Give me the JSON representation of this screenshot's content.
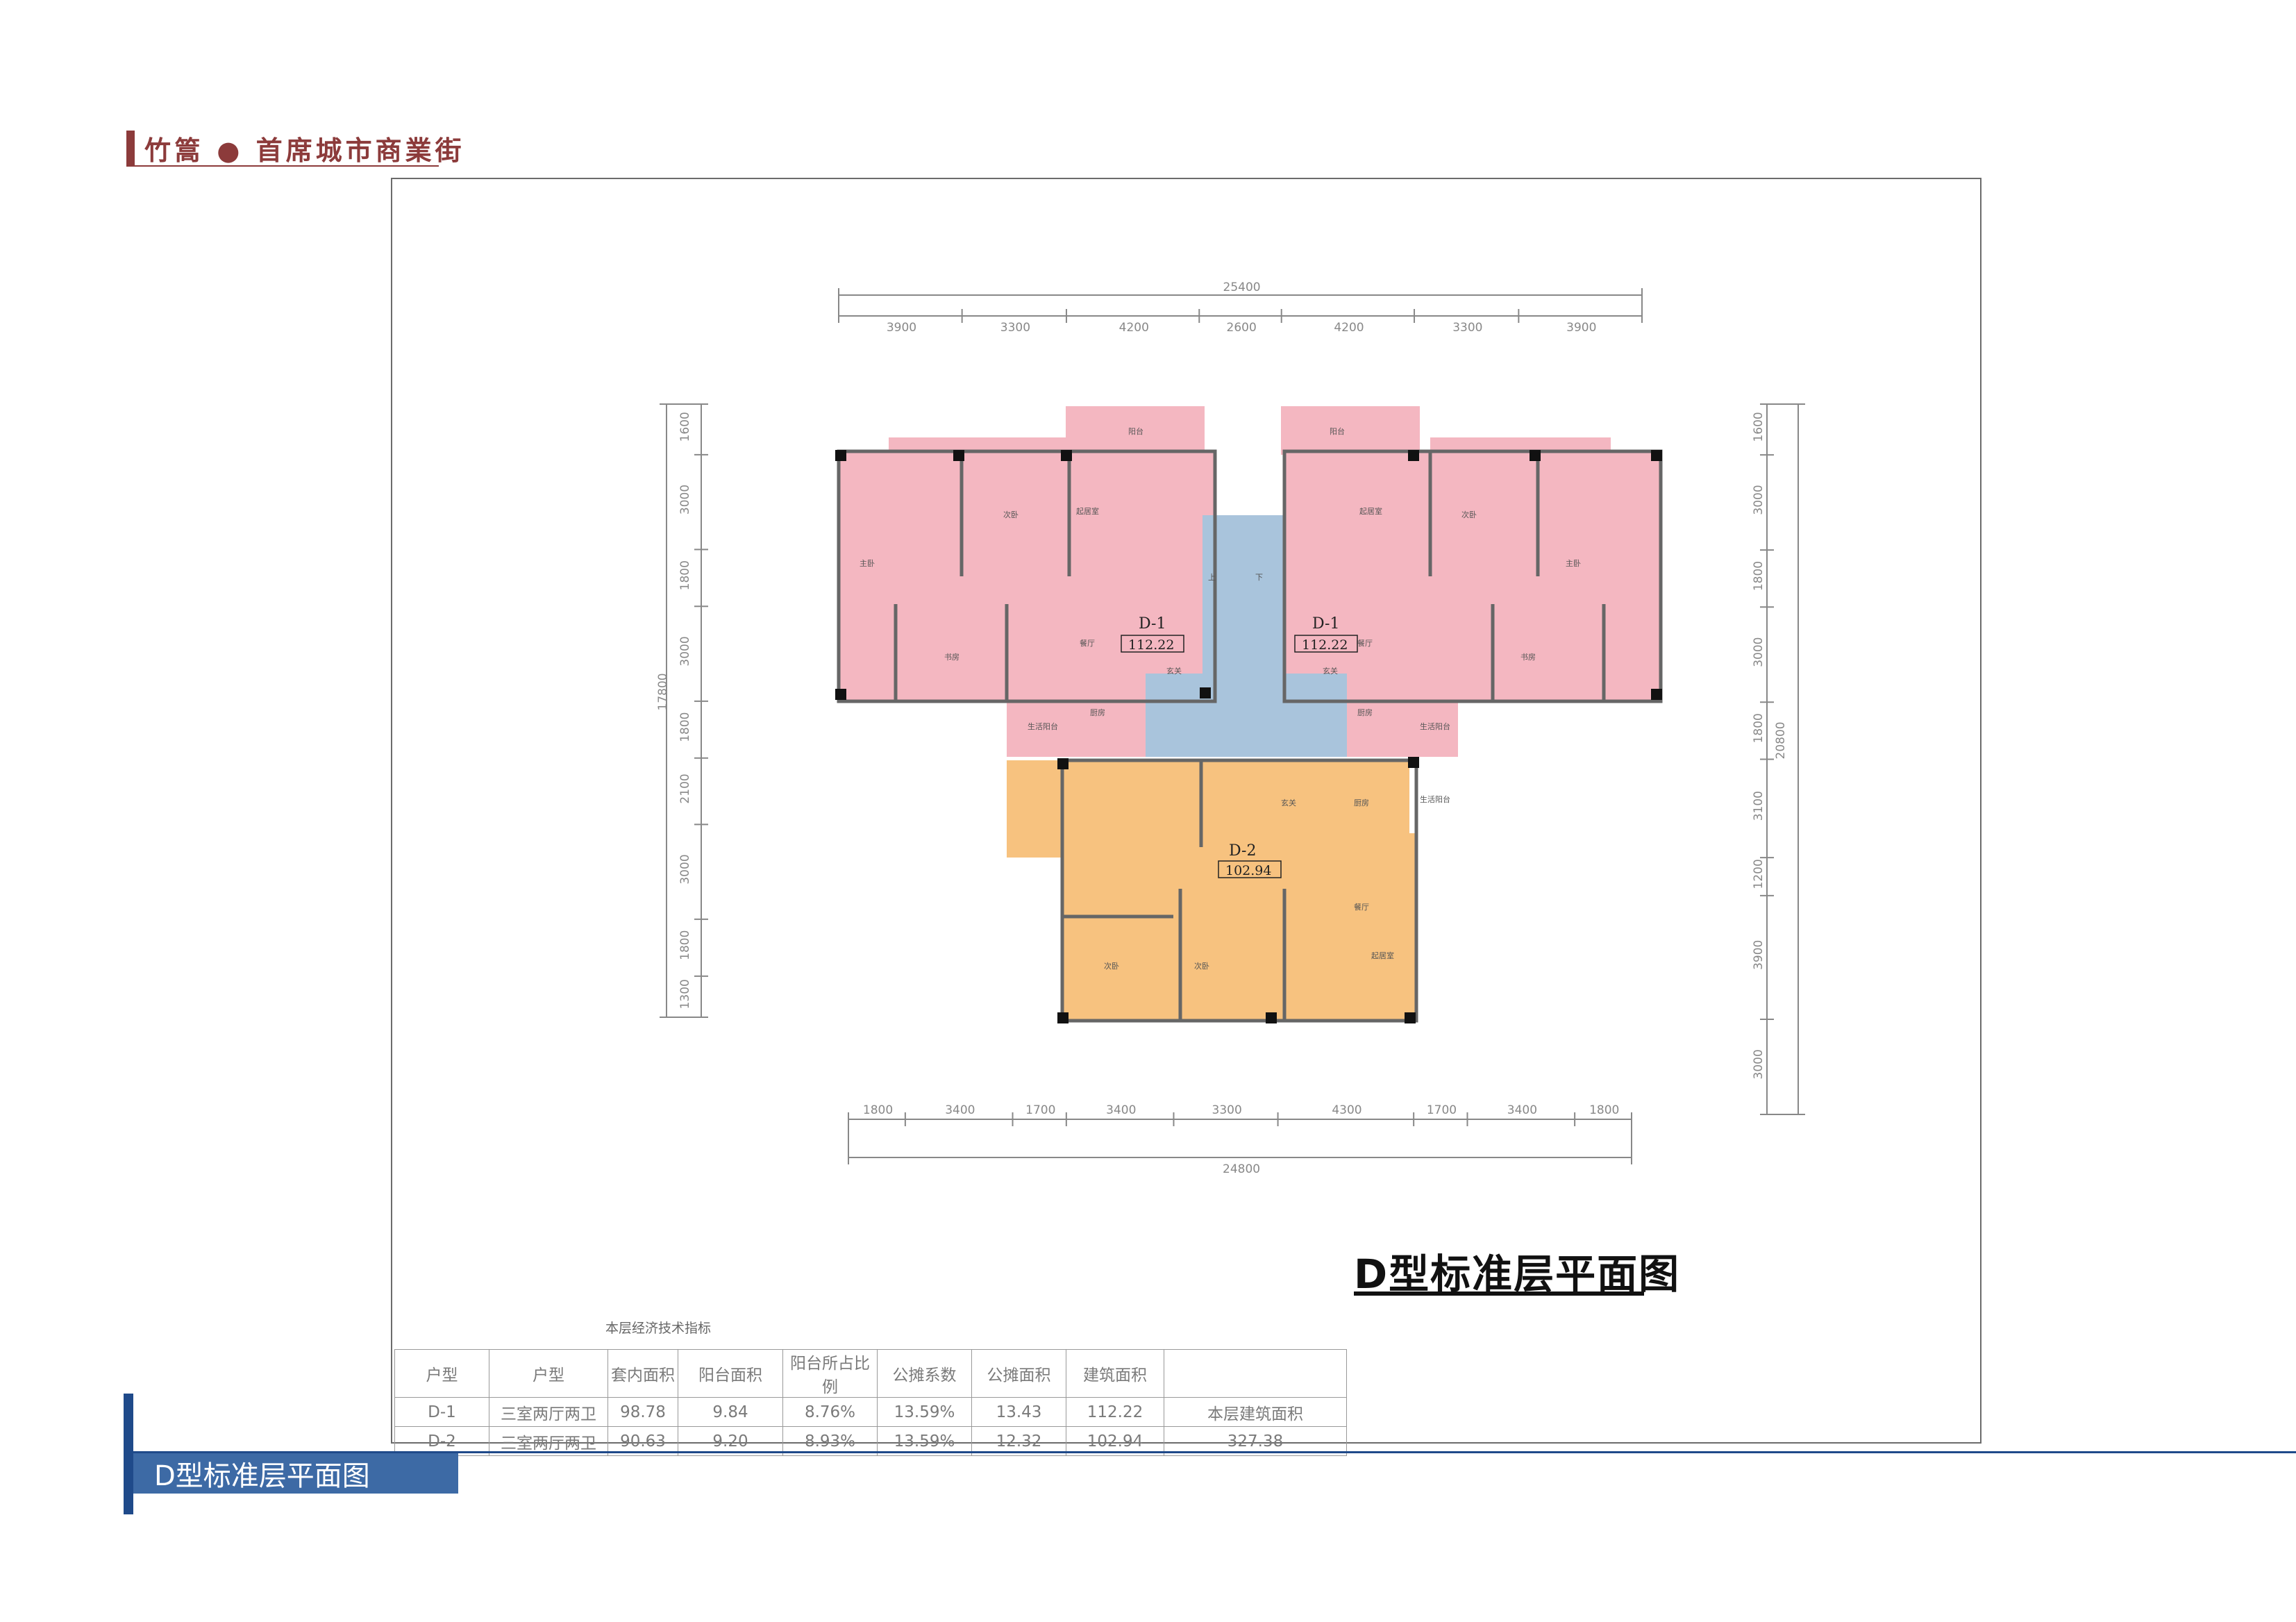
{
  "brand": {
    "text": "竹篙 ● 首席城市商業街"
  },
  "page": {
    "footer_title": "D型标准层平面图"
  },
  "plan": {
    "title": "D型标准层平面图",
    "dims": {
      "top_total": "25400",
      "top_segments": [
        "3900",
        "3300",
        "4200",
        "2600",
        "4200",
        "3300",
        "3900"
      ],
      "bottom_total": "24800",
      "bottom_segments": [
        "1800",
        "3400",
        "1700",
        "3400",
        "3300",
        "4300",
        "1700",
        "3400",
        "1800"
      ],
      "left_total": "17800",
      "left_segments": [
        "1600",
        "3000",
        "1800",
        "3000",
        "1800",
        "2100",
        "3000",
        "1800",
        "1300"
      ],
      "right_total": "20800",
      "right_segments": [
        "1600",
        "3000",
        "1800",
        "3000",
        "1800",
        "3100",
        "1200",
        "3900",
        "3000"
      ]
    },
    "units": [
      {
        "id": "D-1",
        "area": "112.22"
      },
      {
        "id": "D-1",
        "area": "112.22"
      },
      {
        "id": "D-2",
        "area": "102.94"
      }
    ],
    "stair": {
      "up": "上",
      "down": "下"
    },
    "rooms": {
      "balcony": "阳台",
      "living": "起居室",
      "master": "主卧",
      "bedroom": "次卧",
      "study": "书房",
      "dining": "餐厅",
      "kitchen": "厨房",
      "entry": "玄关",
      "service_balcony": "生活阳台"
    }
  },
  "table": {
    "caption": "本层经济技术指标",
    "headers": [
      "户型",
      "户型",
      "套内面积",
      "阳台面积",
      "阳台所占比例",
      "公摊系数",
      "公摊面积",
      "建筑面积",
      ""
    ],
    "rows": [
      [
        "D-1",
        "三室两厅两卫",
        "98.78",
        "9.84",
        "8.76%",
        "13.59%",
        "13.43",
        "112.22",
        "本层建筑面积"
      ],
      [
        "D-2",
        "三室两厅两卫",
        "90.63",
        "9.20",
        "8.93%",
        "13.59%",
        "12.32",
        "102.94",
        "327.38"
      ]
    ]
  },
  "colors": {
    "unit_d1": "#f4b7c1",
    "unit_d2": "#f7c27f",
    "core": "#a9c4dc",
    "brand": "#8c3b3b",
    "accent": "#3d6aa5"
  }
}
